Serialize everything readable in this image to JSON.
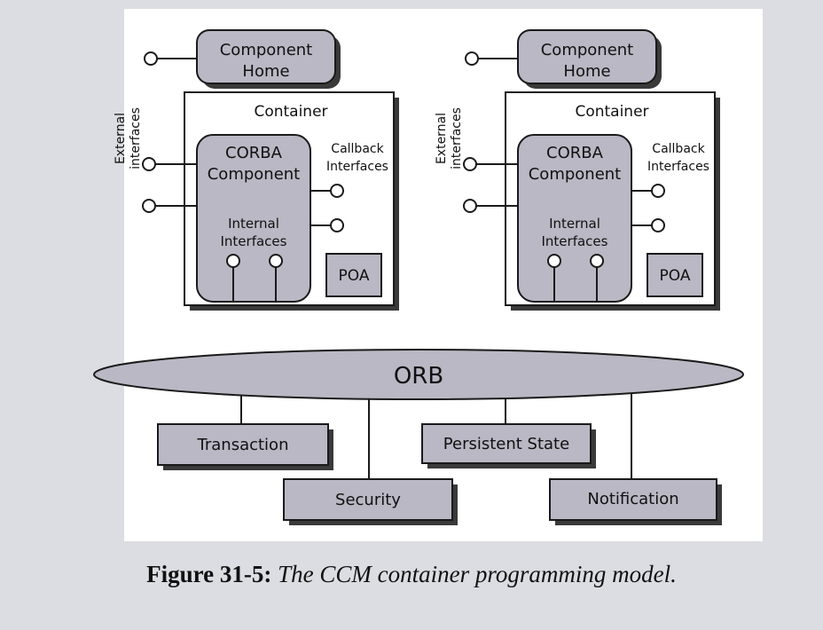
{
  "diagram": {
    "left": {
      "home": [
        "Component",
        "Home"
      ],
      "container": "Container",
      "external": [
        "External",
        "interfaces"
      ],
      "component": [
        "CORBA",
        "Component"
      ],
      "callback": [
        "Callback",
        "Interfaces"
      ],
      "internal": [
        "Internal",
        "Interfaces"
      ],
      "poa": "POA"
    },
    "right": {
      "home": [
        "Component",
        "Home"
      ],
      "container": "Container",
      "external": [
        "External",
        "interfaces"
      ],
      "component": [
        "CORBA",
        "Component"
      ],
      "callback": [
        "Callback",
        "Interfaces"
      ],
      "internal": [
        "Internal",
        "Interfaces"
      ],
      "poa": "POA"
    },
    "orb": "ORB",
    "services": {
      "transaction": "Transaction",
      "persistent_state": "Persistent State",
      "security": "Security",
      "notification": "Notification"
    }
  },
  "caption": {
    "label": "Figure 31-5:",
    "text": "The CCM container programming model."
  },
  "colors": {
    "fill": "#b9b8c4",
    "shadow": "#3a3a3a",
    "line": "#1a1a1a",
    "background": "#dcdde2",
    "panel": "#ffffff"
  }
}
